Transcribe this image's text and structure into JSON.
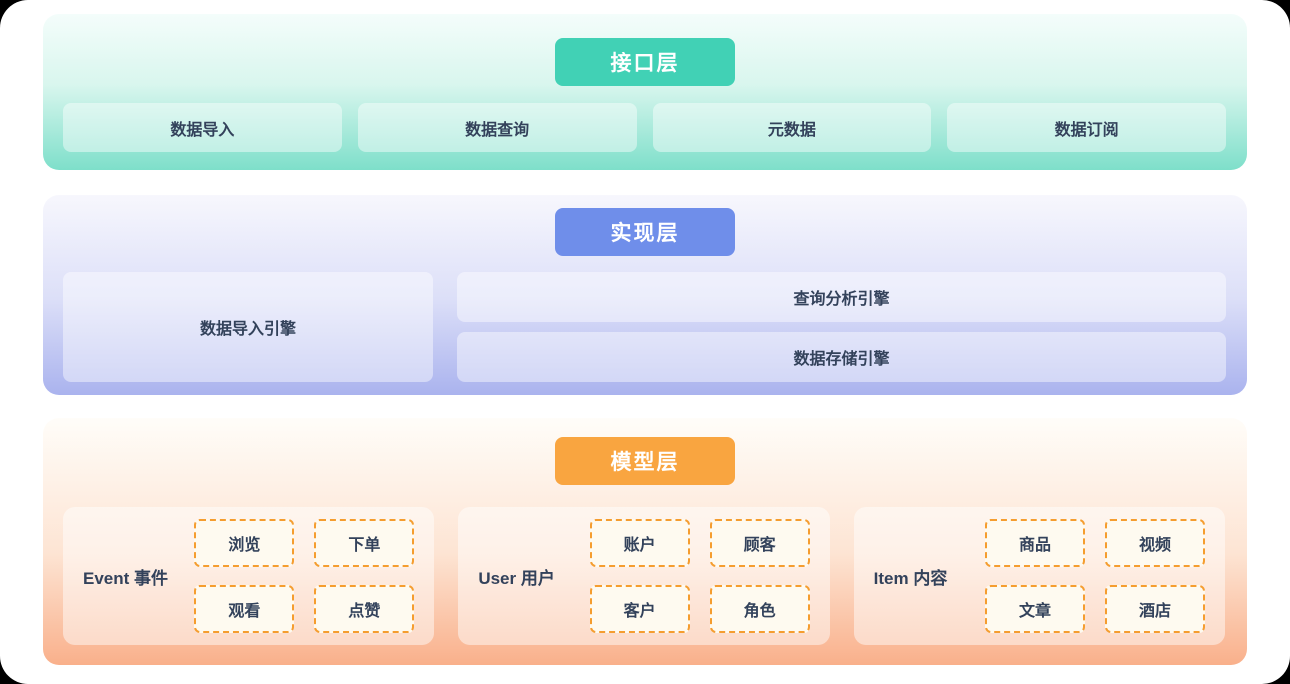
{
  "text_color": "#33425b",
  "layers": [
    {
      "id": "interface-layer",
      "badge": "接口层",
      "badge_color": "#41d1b5",
      "gradient_top": "#f4fdfb",
      "gradient_bottom": "#7edfca",
      "items": [
        "数据导入",
        "数据查询",
        "元数据",
        "数据订阅"
      ]
    },
    {
      "id": "implementation-layer",
      "badge": "实现层",
      "badge_color": "#6f8eea",
      "gradient_top": "#f7f7fd",
      "gradient_bottom": "#aab3ee",
      "left_item": "数据导入引擎",
      "right_items": [
        "查询分析引擎",
        "数据存储引擎"
      ]
    },
    {
      "id": "model-layer",
      "badge": "模型层",
      "badge_color": "#f9a540",
      "gradient_top": "#fffdf9",
      "gradient_bottom": "#f9b08b",
      "chip_border_color": "#f59d2f",
      "chip_background": "#fefaf0",
      "groups": [
        {
          "label": "Event 事件",
          "chips": [
            "浏览",
            "下单",
            "观看",
            "点赞"
          ]
        },
        {
          "label": "User 用户",
          "chips": [
            "账户",
            "顾客",
            "客户",
            "角色"
          ]
        },
        {
          "label": "Item 内容",
          "chips": [
            "商品",
            "视频",
            "文章",
            "酒店"
          ]
        }
      ]
    }
  ]
}
